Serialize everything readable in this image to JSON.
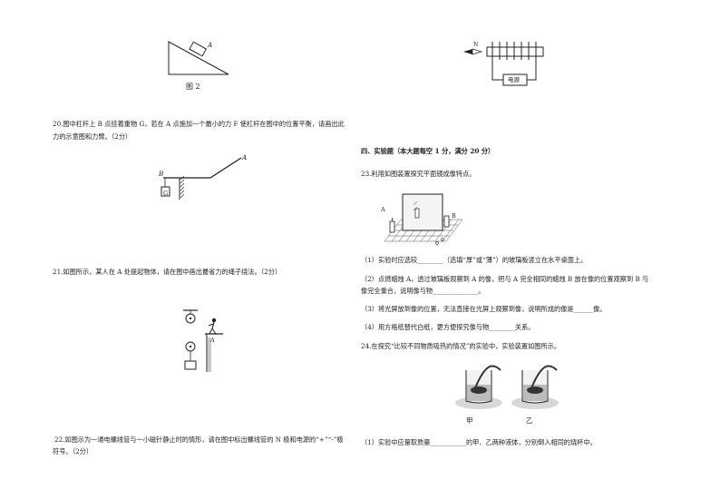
{
  "left": {
    "fig2_caption": "图 2",
    "fig2_point_label": "A",
    "q20_line1": "20.图中杠杆上 B 点挂着重物 G，若在 A 点施加一个最小的力 F 使杠杆在图中的位置平衡，请画出此",
    "q20_line2": "力的示意图和力臂。（2分）",
    "lever_label_A": "A",
    "lever_label_B": "B",
    "lever_label_G": "G",
    "q21": "21.如图所示，某人在 A 处提起物体，请在图中画出最省力的绳子绕法。（2分）",
    "pulley_label_A": "A",
    "q22_line1": "22.如图示为一通电螺线管与一小磁针静止时的情形，请在图中标出螺线管的 N 极和电源的“+”“-”极",
    "q22_line2": "符号。（2分）"
  },
  "right": {
    "needle_label": "N",
    "power_label": "电源",
    "section_heading": "四、实验题（本大题每空 1 分，满分 20 分）",
    "q23_intro": "23.利用如图装置探究平面镜成像特点。",
    "mirror_label_A": "A",
    "mirror_label_B": "B",
    "q23_1": "（1）实验时应选较________（选填“厚”或“薄”）的玻璃板竖立在水平桌面上。",
    "q23_2_line1": "（2）点燃蜡烛 A，透过玻璃板观察到 A 的像，把与 A 完全相同的蜡烛 B 放在像的位置观察到 B 与",
    "q23_2_line2": "像完全重合，说明像与物______________。",
    "q23_3": "（3）将光屏放到像的位置，无法直接在光屏上观察到像，说明所成的像是______像。",
    "q23_4": "（4）用方格纸替代白纸，更方便探究像与物________关系。",
    "q24_intro": "24.在探究“比较不同物质吸热的情况”的实验中，实验装置如图所示。",
    "beaker_label_1": "甲",
    "beaker_label_2": "乙",
    "q24_1": "（1）实验中应量取质量___________的甲、乙两种液体，分别倒入相同的烧杯中。"
  }
}
